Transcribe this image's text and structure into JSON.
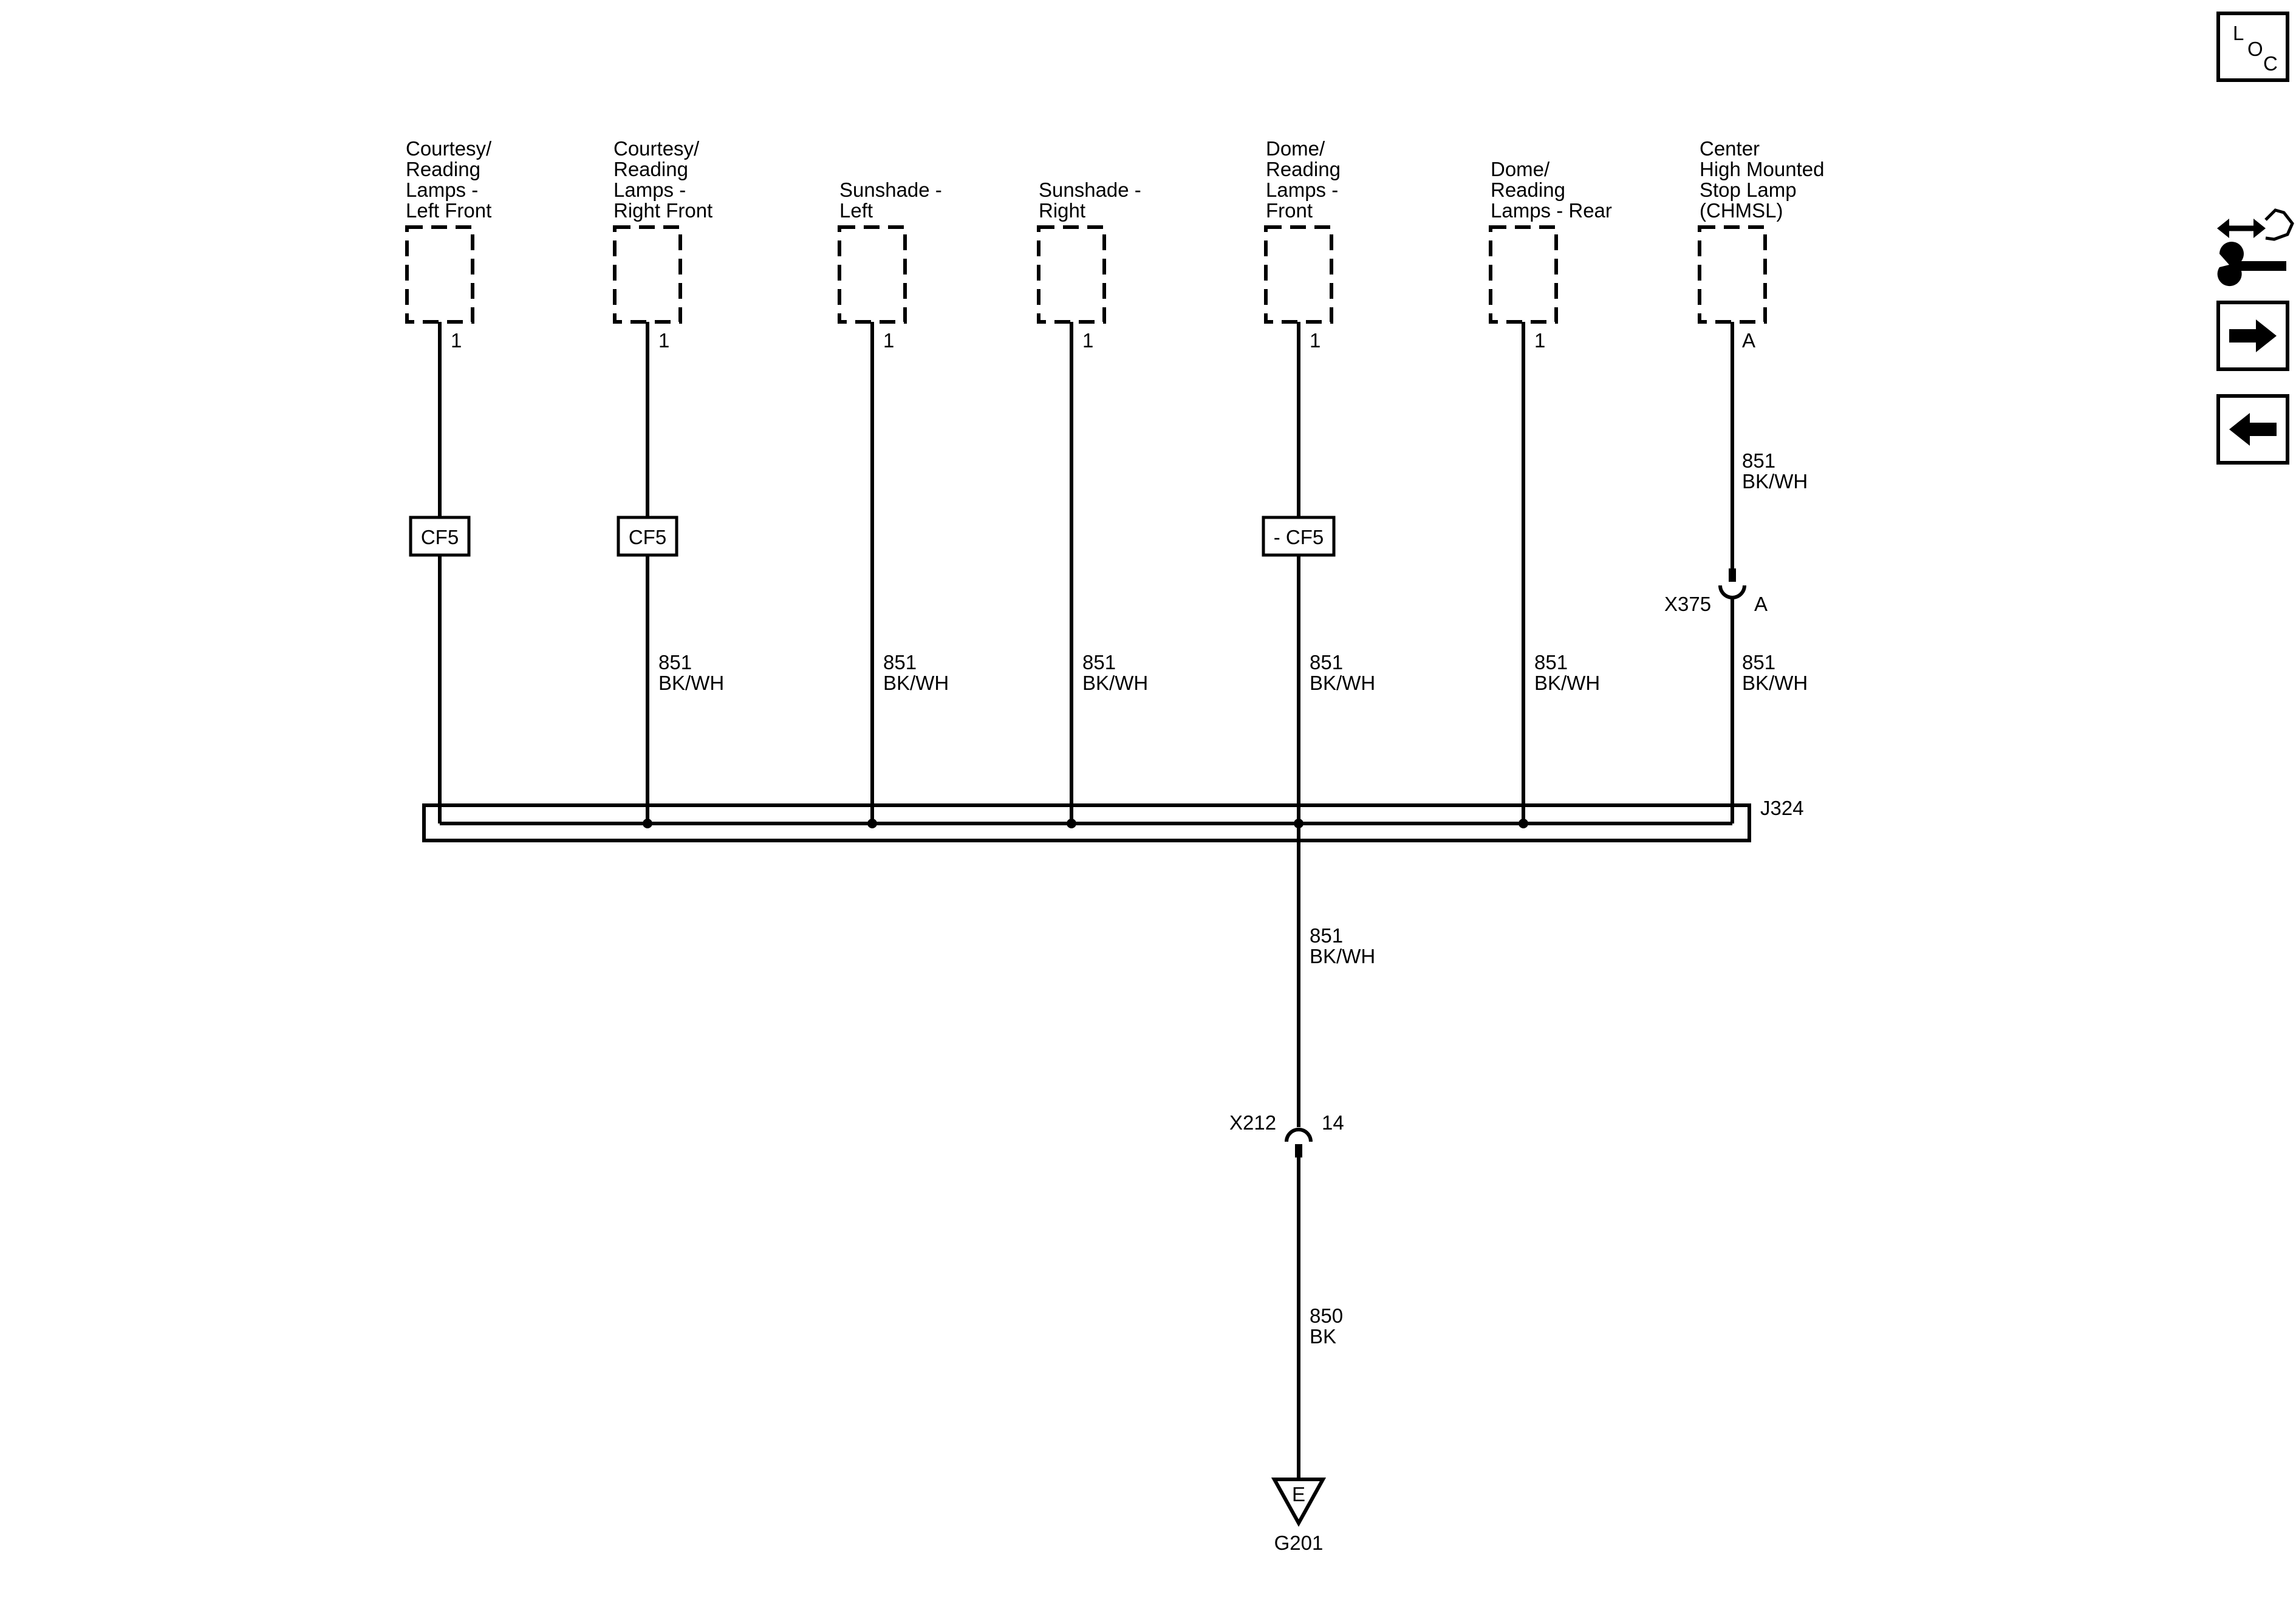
{
  "components": [
    {
      "id": "cl-lf",
      "lines": [
        "Courtesy/",
        "Reading",
        "Lamps -",
        "Left Front"
      ],
      "pin": "1"
    },
    {
      "id": "cl-rf",
      "lines": [
        "Courtesy/",
        "Reading",
        "Lamps -",
        "Right Front"
      ],
      "pin": "1"
    },
    {
      "id": "ss-l",
      "lines": [
        "Sunshade -",
        "Left"
      ],
      "pin": "1"
    },
    {
      "id": "ss-r",
      "lines": [
        "Sunshade -",
        "Right"
      ],
      "pin": "1"
    },
    {
      "id": "dome-f",
      "lines": [
        "Dome/",
        "Reading",
        "Lamps -",
        "Front"
      ],
      "pin": "1"
    },
    {
      "id": "dome-r",
      "lines": [
        "Dome/",
        "Reading",
        "Lamps - Rear"
      ],
      "pin": "1"
    },
    {
      "id": "chmsl",
      "lines": [
        "Center",
        "High Mounted",
        "Stop Lamp",
        "(CHMSL)"
      ],
      "pin": "A"
    }
  ],
  "option_boxes": [
    {
      "id": "cf5-lf",
      "label": "CF5"
    },
    {
      "id": "cf5-rf",
      "label": "CF5"
    },
    {
      "id": "cf5-dome",
      "label": "- CF5"
    }
  ],
  "wire_labels": [
    {
      "id": "w-rf",
      "circuit": "851",
      "color": "BK/WH"
    },
    {
      "id": "w-ssl",
      "circuit": "851",
      "color": "BK/WH"
    },
    {
      "id": "w-ssr",
      "circuit": "851",
      "color": "BK/WH"
    },
    {
      "id": "w-domef",
      "circuit": "851",
      "color": "BK/WH"
    },
    {
      "id": "w-domer",
      "circuit": "851",
      "color": "BK/WH"
    },
    {
      "id": "w-chmsl-lower",
      "circuit": "851",
      "color": "BK/WH"
    },
    {
      "id": "w-chmsl-upper",
      "circuit": "851",
      "color": "BK/WH"
    },
    {
      "id": "w-trunk",
      "circuit": "851",
      "color": "BK/WH"
    },
    {
      "id": "w-ground",
      "circuit": "850",
      "color": "BK"
    }
  ],
  "connectors": {
    "x375": {
      "name": "X375",
      "pin": "A"
    },
    "x212": {
      "name": "X212",
      "pin": "14"
    }
  },
  "splice": {
    "name": "J324"
  },
  "ground": {
    "name": "G201",
    "symbol_letter": "E"
  },
  "nav_icons": {
    "loc": {
      "letters": [
        "L",
        "O",
        "C"
      ]
    },
    "names": [
      "loc-icon",
      "component-view-icon",
      "next-page-icon",
      "previous-page-icon"
    ]
  }
}
